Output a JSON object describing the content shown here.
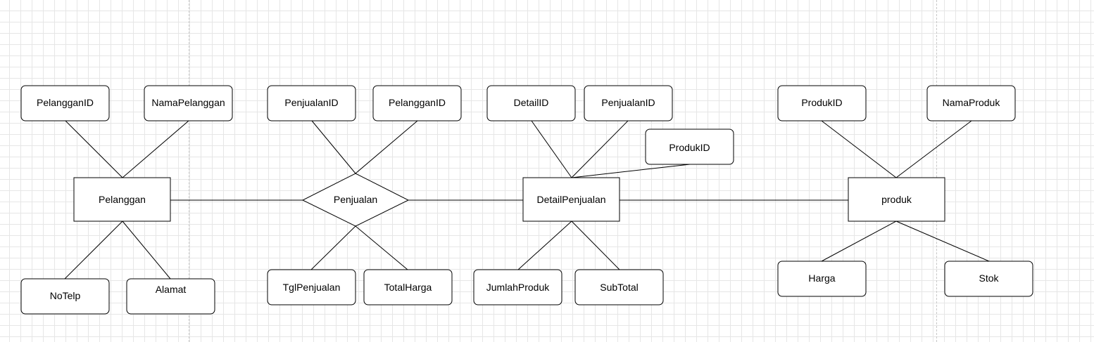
{
  "entities": [
    {
      "id": "pelanggan",
      "label": "Pelanggan"
    },
    {
      "id": "detailpenjualan",
      "label": "DetailPenjualan"
    },
    {
      "id": "produk",
      "label": "produk"
    }
  ],
  "relationships": [
    {
      "id": "penjualan",
      "label": "Penjualan"
    }
  ],
  "attributes": [
    {
      "id": "pelanggan-pelangganid",
      "label": "PelangganID",
      "of": "Pelanggan"
    },
    {
      "id": "pelanggan-namapelanggan",
      "label": "NamaPelanggan",
      "of": "Pelanggan"
    },
    {
      "id": "pelanggan-notelp",
      "label": "NoTelp",
      "of": "Pelanggan"
    },
    {
      "id": "pelanggan-alamat",
      "label": "Alamat",
      "of": "Pelanggan"
    },
    {
      "id": "penjualan-penjualanid",
      "label": "PenjualanID",
      "of": "Penjualan"
    },
    {
      "id": "penjualan-pelangganid",
      "label": "PelangganID",
      "of": "Penjualan"
    },
    {
      "id": "penjualan-tglpenjualan",
      "label": "TglPenjualan",
      "of": "Penjualan"
    },
    {
      "id": "penjualan-totalharga",
      "label": "TotalHarga",
      "of": "Penjualan"
    },
    {
      "id": "detail-detailid",
      "label": "DetailID",
      "of": "DetailPenjualan"
    },
    {
      "id": "detail-penjualanid",
      "label": "PenjualanID",
      "of": "DetailPenjualan"
    },
    {
      "id": "detail-produkid",
      "label": "ProdukID",
      "of": "DetailPenjualan"
    },
    {
      "id": "detail-jumlahproduk",
      "label": "JumlahProduk",
      "of": "DetailPenjualan"
    },
    {
      "id": "detail-subtotal",
      "label": "SubTotal",
      "of": "DetailPenjualan"
    },
    {
      "id": "produk-produkid",
      "label": "ProdukID",
      "of": "produk"
    },
    {
      "id": "produk-namaproduk",
      "label": "NamaProduk",
      "of": "produk"
    },
    {
      "id": "produk-harga",
      "label": "Harga",
      "of": "produk"
    },
    {
      "id": "produk-stok",
      "label": "Stok",
      "of": "produk"
    }
  ]
}
